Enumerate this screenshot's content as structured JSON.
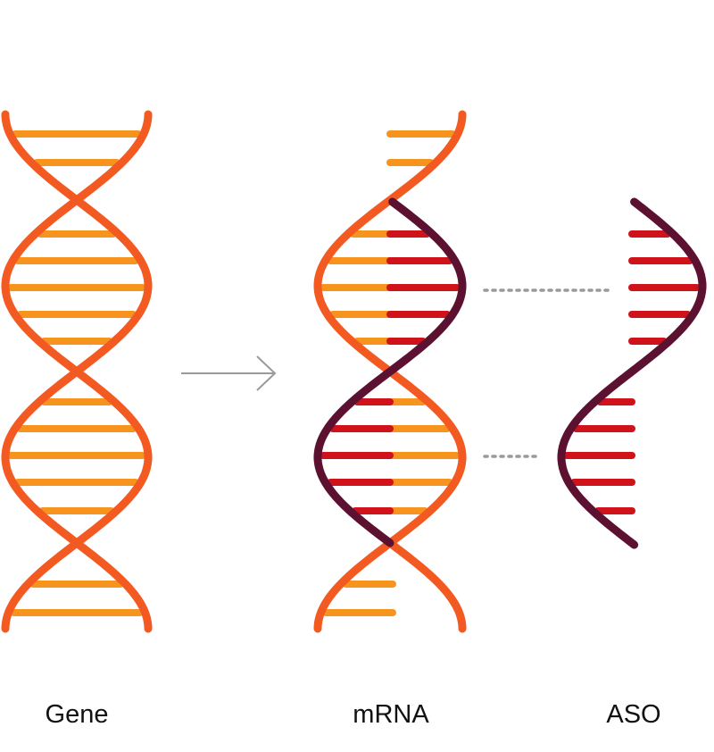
{
  "labels": {
    "gene": "Gene",
    "mrna": "mRNA",
    "aso": "ASO"
  },
  "colors": {
    "strand_orange": "#F25A22",
    "base_orange": "#F7941D",
    "base_red": "#D0121B",
    "strand_dark": "#5D1131",
    "connector_gray": "#9A9A9A"
  },
  "icons": {
    "arrow": "arrow-right-icon"
  }
}
